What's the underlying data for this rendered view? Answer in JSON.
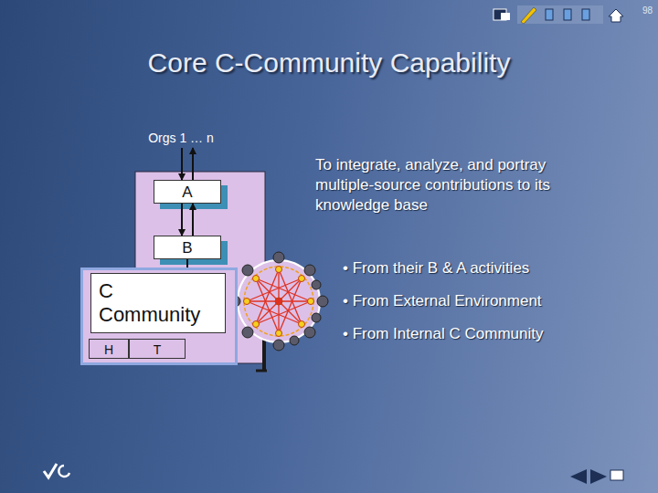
{
  "diagram": {
    "title": "Core C-Community Capability",
    "nodes": [
      {
        "text": [
          "Orgs 1 … n"
        ]
      },
      {
        "text": [
          "A"
        ]
      },
      {
        "text": [
          "B"
        ]
      },
      {
        "text": [
          "C Community"
        ]
      },
      {
        "text": [
          "H"
        ],
        "in": 3
      },
      {
        "text": [
          "T"
        ],
        "in": 3
      }
    ],
    "edges": [
      {
        "from": 0,
        "to": 1,
        "arrow": "to"
      },
      {
        "from": 1,
        "to": 0,
        "arrow": "to"
      },
      {
        "from": 1,
        "to": 2,
        "arrow": "to"
      },
      {
        "from": 2,
        "to": 1,
        "arrow": "to"
      },
      {
        "from": 2,
        "to": 3,
        "arrow": "none"
      }
    ],
    "labels": [
      "To integrate, analyze, and portray multiple-source contributions to its knowledge base",
      "• From their B & A activities",
      "• From External Environment",
      "• From Internal C Community",
      "98"
    ]
  }
}
